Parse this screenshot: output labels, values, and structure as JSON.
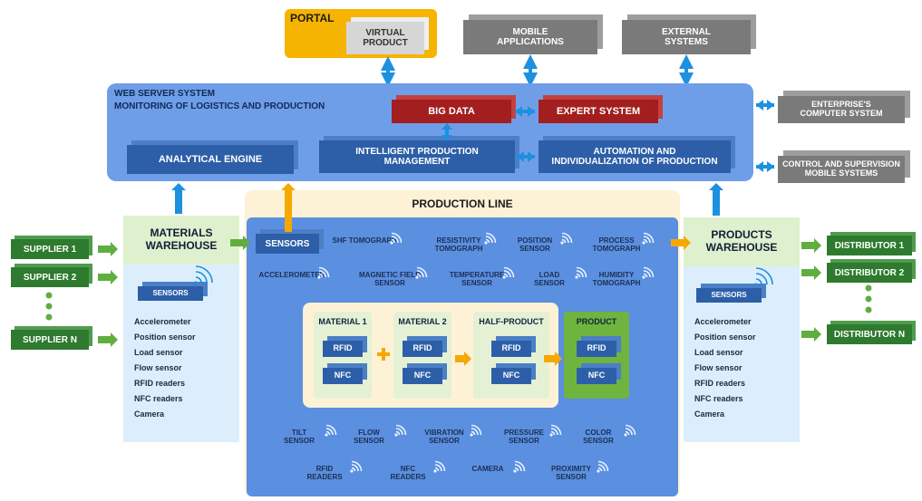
{
  "portal": {
    "title": "PORTAL",
    "virtual_product": "VIRTUAL\nPRODUCT"
  },
  "top": {
    "mobile": "MOBILE\nAPPLICATIONS",
    "external": "EXTERNAL\nSYSTEMS"
  },
  "web_server": {
    "title1": "WEB SERVER SYSTEM",
    "title2": "MONITORING OF LOGISTICS AND PRODUCTION",
    "big_data": "BIG DATA",
    "expert": "EXPERT SYSTEM",
    "analytical": "ANALYTICAL ENGINE",
    "intelligent": "INTELLIGENT PRODUCTION\nMANAGEMENT",
    "automation": "AUTOMATION AND\nINDIVIDUALIZATION OF PRODUCTION"
  },
  "right": {
    "enterprise": "ENTERPRISE'S\nCOMPUTER SYSTEM",
    "control": "CONTROL AND SUPERVISION\nMOBILE SYSTEMS"
  },
  "suppliers": [
    "SUPPLIER 1",
    "SUPPLIER 2",
    "SUPPLIER N"
  ],
  "distributors": [
    "DISTRIBUTOR 1",
    "DISTRIBUTOR 2",
    "DISTRIBUTOR N"
  ],
  "materials_warehouse": {
    "title": "MATERIALS\nWAREHOUSE",
    "sensors": "SENSORS",
    "items": [
      "Accelerometer",
      "Position sensor",
      "Load sensor",
      "Flow sensor",
      "RFID readers",
      "NFC readers",
      "Camera"
    ]
  },
  "products_warehouse": {
    "title": "PRODUCTS\nWAREHOUSE",
    "sensors": "SENSORS",
    "items": [
      "Accelerometer",
      "Position sensor",
      "Load sensor",
      "Flow sensor",
      "RFID readers",
      "NFC readers",
      "Camera"
    ]
  },
  "production_line": {
    "title": "PRODUCTION LINE",
    "sensors": "SENSORS",
    "top_sensors": [
      "SHF TOMOGRAPH",
      "RESISTIVITY\nTOMOGRAPH",
      "POSITION\nSENSOR",
      "PROCESS\nTOMOGRAPH"
    ],
    "mid_sensors": [
      "ACCELEROMETER",
      "MAGNETIC FIELD\nSENSOR",
      "TEMPERATURE\nSENSOR",
      "LOAD\nSENSOR",
      "HUMIDITY\nTOMOGRAPH"
    ],
    "bottom1": [
      "TILT\nSENSOR",
      "FLOW\nSENSOR",
      "VIBRATION\nSENSOR",
      "PRESSURE\nSENSOR",
      "COLOR\nSENSOR"
    ],
    "bottom2": [
      "RFID\nREADERS",
      "NFC\nREADERS",
      "CAMERA",
      "PROXIMITY\nSENSOR"
    ],
    "stages": [
      "MATERIAL 1",
      "MATERIAL 2",
      "HALF-PRODUCT",
      "PRODUCT"
    ],
    "rfid": "RFID",
    "nfc": "NFC"
  }
}
